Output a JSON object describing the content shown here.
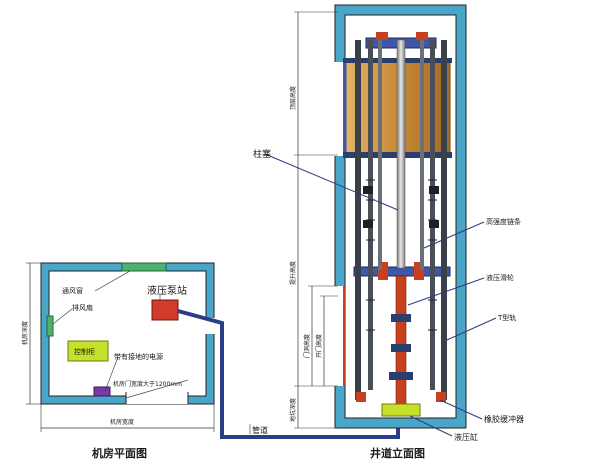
{
  "machine_room": {
    "title": "机房平面图",
    "labels": {
      "vent_window": "通风窗",
      "exhaust_fan": "排风扇",
      "pump_station": "液压泵站",
      "control_cabinet": "控制柜",
      "power_lighting": "带有接地的电源",
      "room_depth": "机房深度",
      "room_width": "机房宽度",
      "door_width": "机房门宽度大于1200mm"
    }
  },
  "pipe_label": "管道",
  "hoistway": {
    "title": "井道立面图",
    "labels": {
      "plunger": "柱塞",
      "high_strength_chain": "高强度链条",
      "hydraulic_pulley": "液压滑轮",
      "t_rail": "T型轨",
      "rubber_buffer": "橡胶缓冲器",
      "hydraulic_cylinder": "液压缸",
      "top_height": "顶层高度",
      "floor_height": "提升高度",
      "door_height": "门洞高度",
      "open_height": "开门高度",
      "pit_depth": "地坑深度"
    }
  },
  "colors": {
    "wall": "#49a6c9",
    "cylinder": "#c8411e",
    "car": "#c78a3a",
    "beam": "#3f57a6",
    "buffer": "#c6e02b",
    "pipe": "#2a3d86"
  }
}
